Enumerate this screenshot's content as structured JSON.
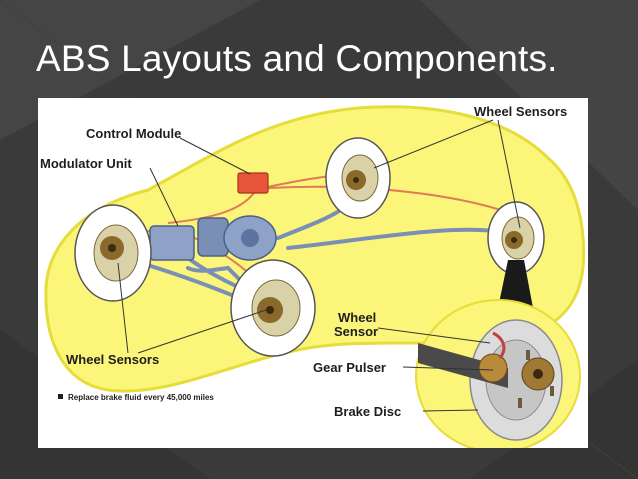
{
  "slide": {
    "title": "ABS Layouts and Components."
  },
  "diagram": {
    "labels": {
      "control_module": "Control Module",
      "modulator_unit": "Modulator Unit",
      "wheel_sensors_top": "Wheel Sensors",
      "wheel_sensors_bottom": "Wheel Sensors",
      "wheel_sensor_line1": "Wheel",
      "wheel_sensor_line2": "Sensor",
      "gear_pulser": "Gear Pulser",
      "brake_disc": "Brake Disc"
    },
    "note": "Replace brake fluid every 45,000 miles"
  },
  "colors": {
    "slide_background": "#3a3a3a",
    "title_text": "#ffffff",
    "car_body": "#fbf67a",
    "brake_lines": "#7a8fb5",
    "sensor_wires": "#e07a5a",
    "control_module": "#e8553a",
    "tire": "#ffffff",
    "hub": "#8a6a2a"
  }
}
